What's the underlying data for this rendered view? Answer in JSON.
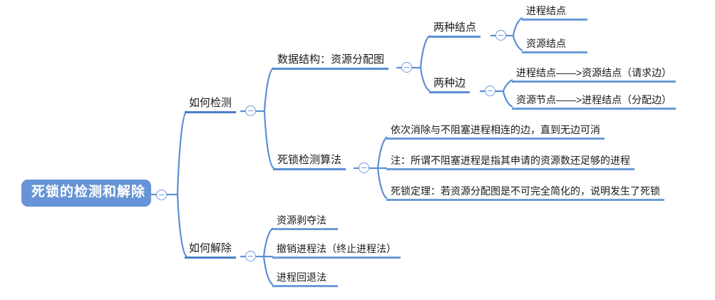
{
  "diagram": {
    "type": "mindmap",
    "title": "死锁的检测和解除",
    "orientation": "left-to-right",
    "colors": {
      "root_fill": "#6694d6",
      "root_text": "#ffffff",
      "branch_underline": "#5b8fd4",
      "connector": "#5b8fd4",
      "toggle_border": "#6f9ad9",
      "background": "#ffffff"
    },
    "root": {
      "label": "死锁的检测和解除",
      "toggle": "collapse-minus-icon"
    },
    "nodes": {
      "how_to_detect": {
        "label": "如何检测",
        "toggle": "collapse-minus-icon"
      },
      "data_structure": {
        "label": "数据结构：资源分配图",
        "toggle": "collapse-minus-icon"
      },
      "two_node_types": {
        "label": "两种结点",
        "toggle": "collapse-minus-icon"
      },
      "process_node": {
        "label": "进程结点"
      },
      "resource_node": {
        "label": "资源结点"
      },
      "two_edge_types": {
        "label": "两种边",
        "toggle": "collapse-minus-icon"
      },
      "request_edge": {
        "label": "进程结点——>资源结点（请求边）"
      },
      "assign_edge": {
        "label": "资源节点——>进程结点（分配边）"
      },
      "detection_algorithm": {
        "label": "死锁检测算法",
        "toggle": "collapse-minus-icon"
      },
      "algo_step": {
        "label": "依次消除与不阻塞进程相连的边，直到无边可消"
      },
      "algo_note": {
        "label": "注：所谓不阻塞进程是指其申请的资源数还足够的进程"
      },
      "algo_theorem": {
        "label": "死锁定理：若资源分配图是不可完全简化的，说明发生了死锁"
      },
      "how_to_resolve": {
        "label": "如何解除",
        "toggle": "collapse-minus-icon"
      },
      "resource_preemption": {
        "label": "资源剥夺法"
      },
      "process_termination": {
        "label": "撤销进程法（终止进程法）"
      },
      "process_rollback": {
        "label": "进程回退法"
      }
    }
  }
}
